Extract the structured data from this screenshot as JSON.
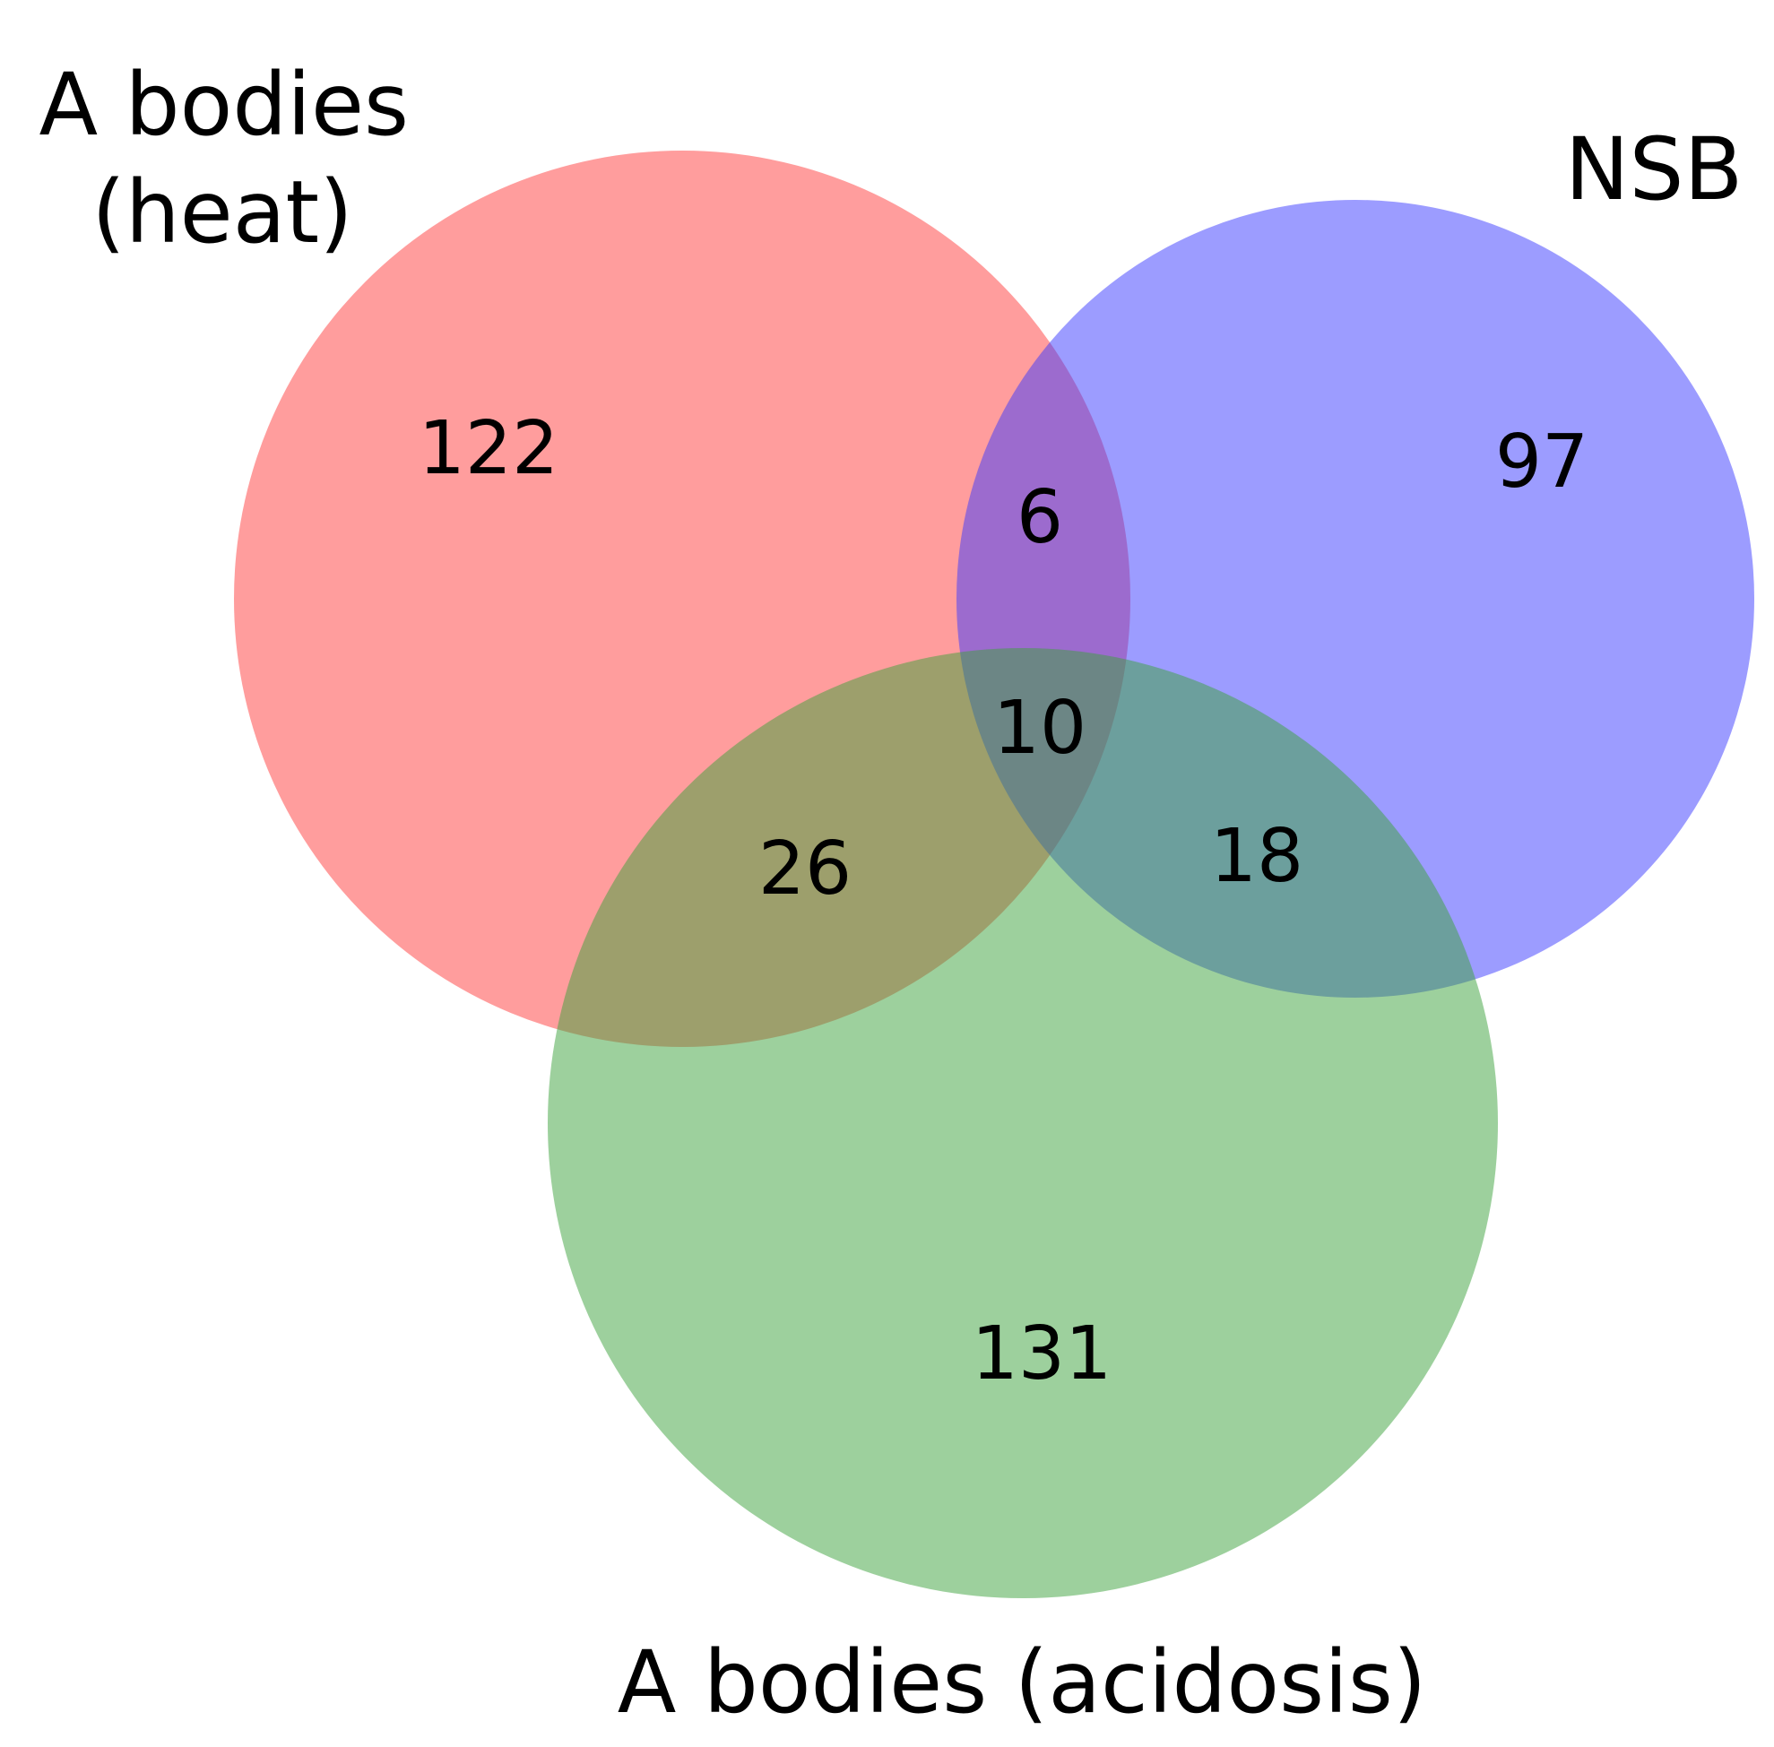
{
  "sets": [
    {
      "id": "heat",
      "label_lines": [
        "A bodies",
        "(heat)"
      ],
      "color": "#ff3b3b"
    },
    {
      "id": "nsb",
      "label_lines": [
        "NSB"
      ],
      "color": "#3a3aff"
    },
    {
      "id": "acidosis",
      "label_lines": [
        "A bodies (acidosis)"
      ],
      "color": "#3ba23b"
    }
  ],
  "regions": {
    "heat_only": "122",
    "nsb_only": "97",
    "heat_nsb": "6",
    "all_three": "10",
    "heat_acidosis": "26",
    "nsb_acidosis": "18",
    "acidosis_only": "131"
  }
}
